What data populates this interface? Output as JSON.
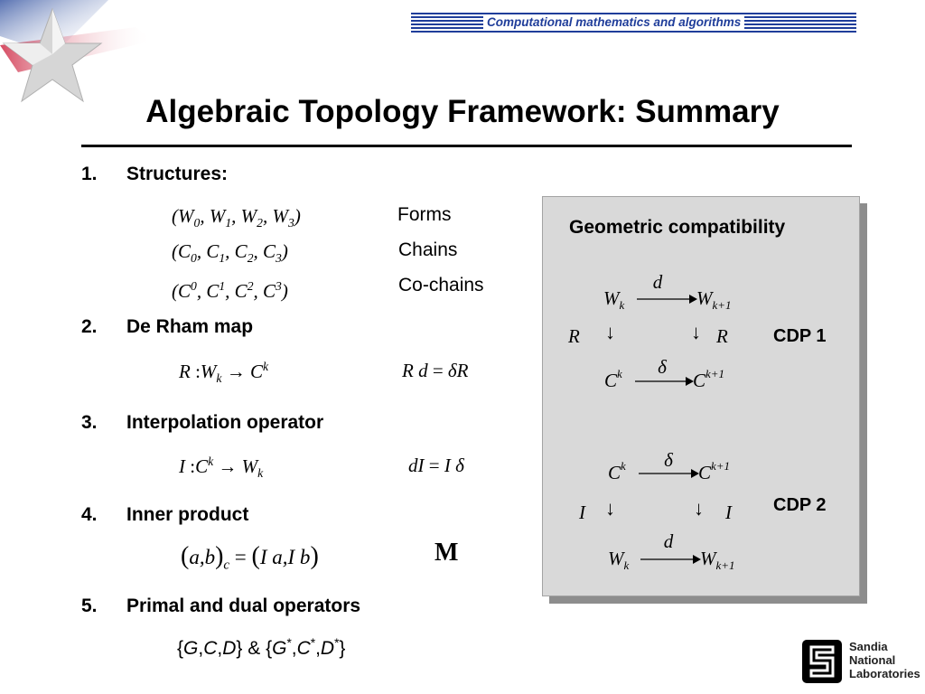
{
  "header": {
    "band_text": "Computational mathematics and algorithms"
  },
  "title": "Algebraic Topology Framework: Summary",
  "sections": [
    {
      "num": "1.",
      "heading": "Structures:"
    },
    {
      "num": "2.",
      "heading": "De Rham map"
    },
    {
      "num": "3.",
      "heading": "Interpolation operator"
    },
    {
      "num": "4.",
      "heading": "Inner product"
    },
    {
      "num": "5.",
      "heading": "Primal and dual operators"
    }
  ],
  "structures": [
    {
      "label": "Forms"
    },
    {
      "label": "Chains"
    },
    {
      "label": "Co-chains"
    }
  ],
  "panel": {
    "title": "Geometric compatibility",
    "cdp1": "CDP 1",
    "cdp2": "CDP 2"
  },
  "inner_product_symbol": "M",
  "logo": {
    "line1": "Sandia",
    "line2": "National",
    "line3": "Laboratories"
  },
  "colors": {
    "accent_blue": "#1f3d9a",
    "panel_gray": "#d9d9d9",
    "shadow_gray": "#8d8d8d"
  }
}
